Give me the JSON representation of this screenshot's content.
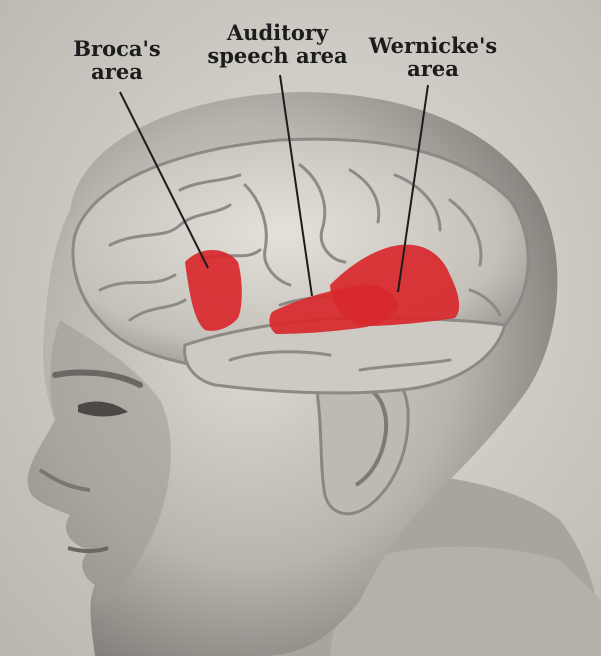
{
  "labels": {
    "broca": {
      "line1": "Broca's",
      "line2": "area"
    },
    "auditory": {
      "line1": "Auditory",
      "line2": "speech area"
    },
    "wernicke": {
      "line1": "Wernicke's",
      "line2": "area"
    }
  },
  "colors": {
    "highlight": "#d8282c",
    "head_light": "#d9d5cf",
    "head_mid": "#a9a59f",
    "head_dark": "#6f6b66",
    "text": "#1c1c1c"
  }
}
